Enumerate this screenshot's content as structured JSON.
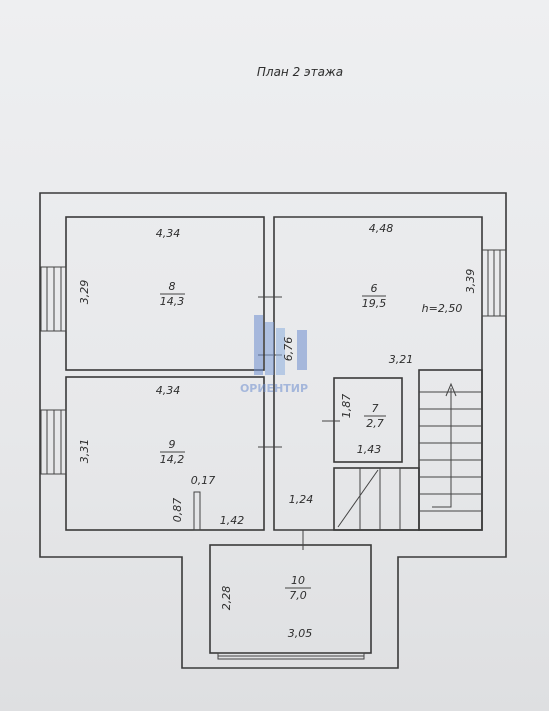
{
  "title": "План 2 этажа",
  "watermark": "ОРИЕНТИР",
  "rooms": [
    {
      "number": "8",
      "area": "14,3"
    },
    {
      "number": "6",
      "area": "19,5"
    },
    {
      "number": "9",
      "area": "14,2"
    },
    {
      "number": "7",
      "area": "2,7"
    },
    {
      "number": "10",
      "area": "7,0"
    }
  ],
  "height": "h=2,50",
  "dimensions": [
    "4,34",
    "4,48",
    "3,29",
    "3,39",
    "6,76",
    "3,21",
    "4,34",
    "1,87",
    "3,31",
    "1,43",
    "0,17",
    "0,87",
    "1,42",
    "1,24",
    "2,28",
    "3,05"
  ]
}
